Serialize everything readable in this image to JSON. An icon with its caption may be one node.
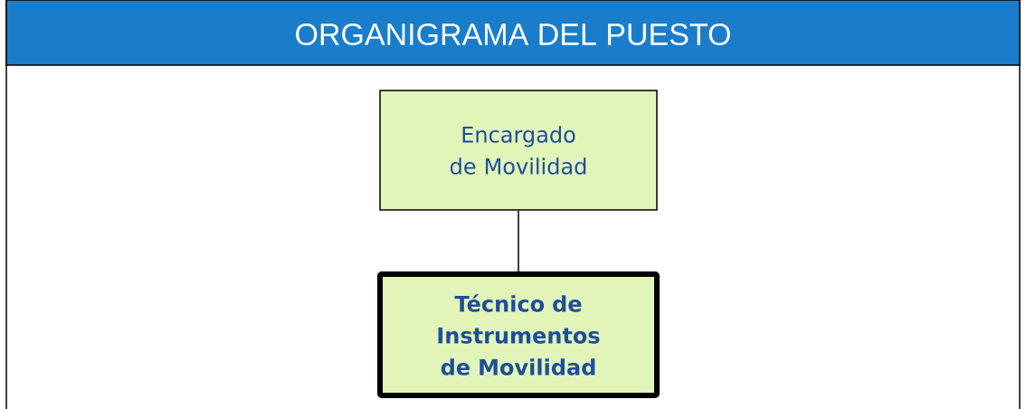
{
  "diagram": {
    "title": "ORGANIGRAMA DEL PUESTO",
    "nodes": [
      {
        "text": [
          "Encargado de Movilidad"
        ]
      },
      {
        "text": [
          "Técnico de Instrumentos de Movilidad"
        ]
      }
    ],
    "edges": [
      {
        "from": 0,
        "to": 1,
        "arrow": "none"
      }
    ]
  }
}
